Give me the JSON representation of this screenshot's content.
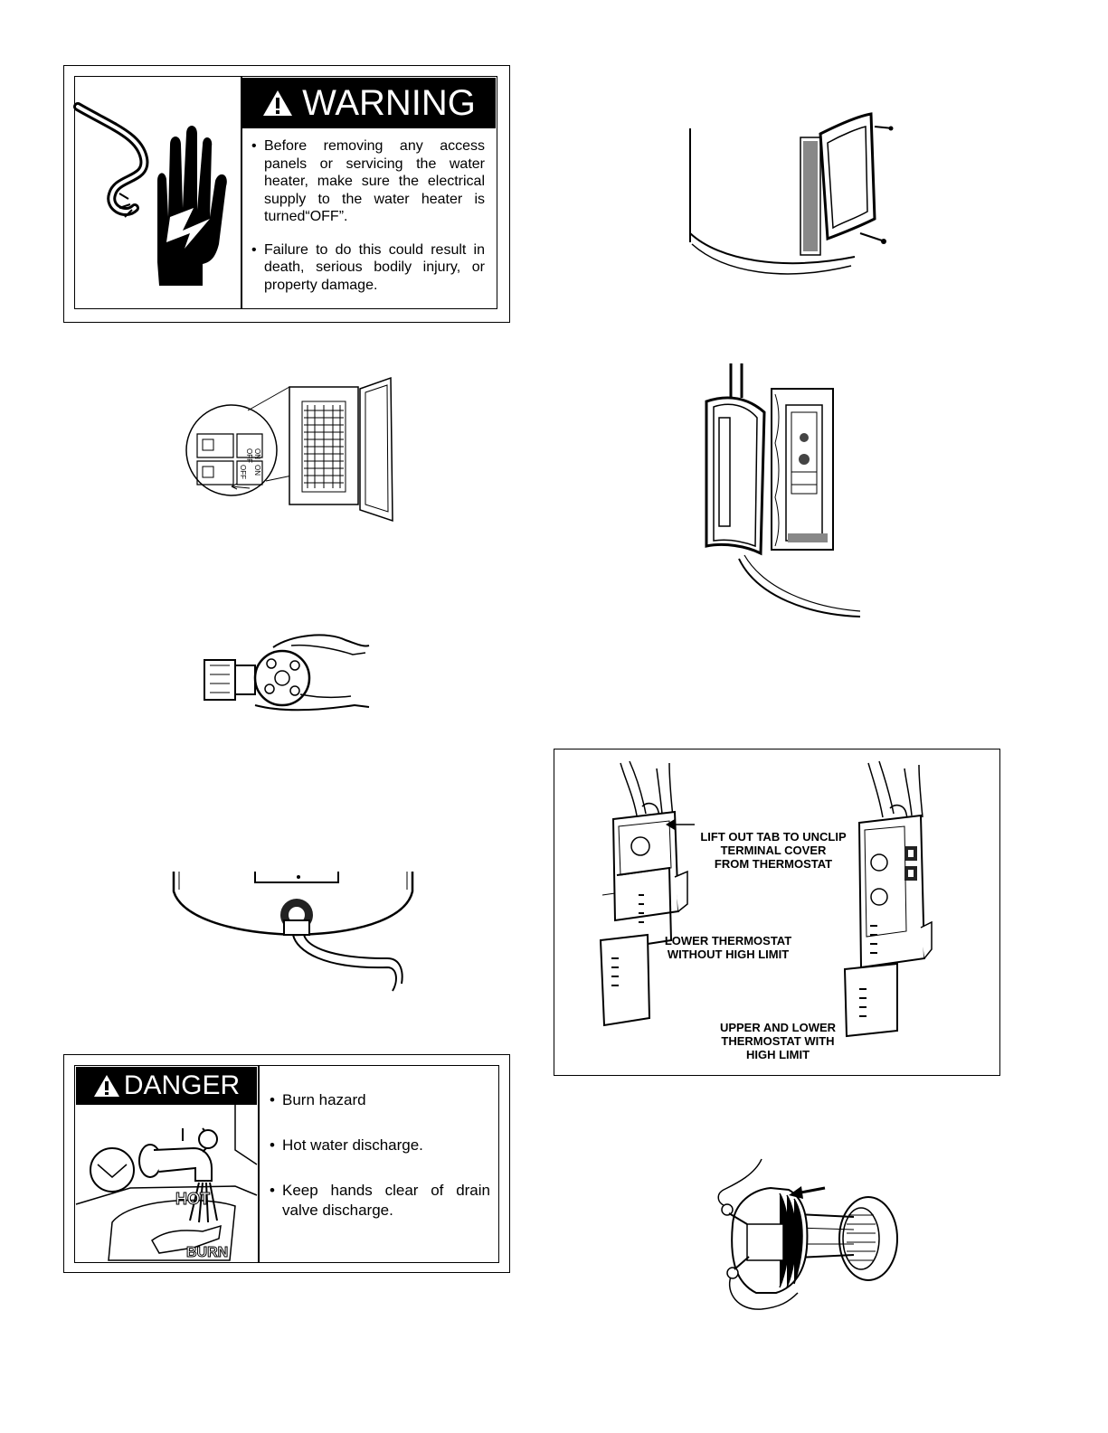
{
  "warning": {
    "header": "WARNING",
    "items": [
      "Before removing any access panels or servicing the water heater, make sure the electrical supply to the water heater is turned“OFF”.",
      "Failure to do this could result in death, serious bodily injury, or property damage."
    ]
  },
  "breaker": {
    "labels": [
      "OFF",
      "ON",
      "OFF",
      "ON"
    ]
  },
  "thermostat_figure": {
    "callout_tab": [
      "LIFT OUT TAB TO UNCLIP",
      "TERMINAL COVER",
      "FROM THERMOSTAT"
    ],
    "callout_lower": [
      "LOWER THERMOSTAT",
      "WITHOUT HIGH LIMIT"
    ],
    "callout_upper": [
      "UPPER AND LOWER",
      "THERMOSTAT WITH",
      "HIGH LIMIT"
    ]
  },
  "danger": {
    "header": "DANGER",
    "items": [
      "Burn hazard",
      "Hot water discharge.",
      "Keep hands clear of drain valve discharge."
    ],
    "illustration_text": [
      "HOT",
      "BURN"
    ]
  }
}
